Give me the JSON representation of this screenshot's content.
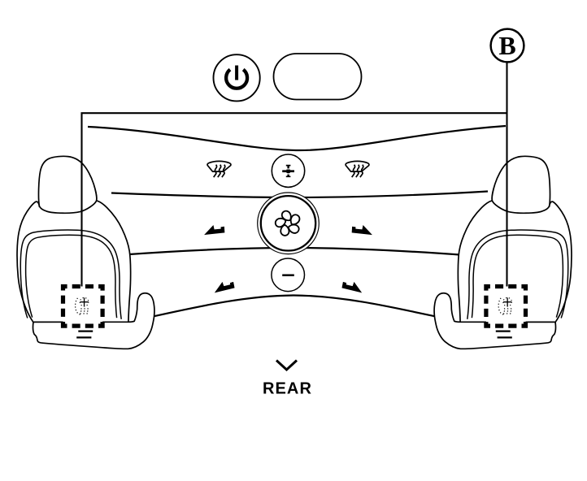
{
  "figure": {
    "title": "Rear air conditioner control panel and heated rear seat switches (line diagram)",
    "background_color": "#ffffff",
    "line_color": "#000000",
    "callout": {
      "label": "B"
    },
    "footer": {
      "direction_label": "REAR",
      "chevron_icon": "chevron-down"
    },
    "top_controls": {
      "power_button": {
        "icon": "power-icon"
      },
      "display": {
        "shape": "blank-pill-display"
      }
    },
    "panel": {
      "temp_up_button": {
        "symbol": "+"
      },
      "temp_down_button": {
        "symbol": "-"
      },
      "fan_button": {
        "icon": "fan-icon"
      },
      "heat_icons": [
        "heat-wave-icon-left",
        "heat-wave-icon-right"
      ],
      "airflow_arrows": [
        "upper-left",
        "upper-right",
        "lower-left",
        "lower-right"
      ]
    },
    "seats": {
      "left": {
        "heated_seat_switch": "dashed-outline-box",
        "switch_icon": "seat-heater-icon"
      },
      "right": {
        "heated_seat_switch": "dashed-outline-box",
        "switch_icon": "seat-heater-icon"
      }
    }
  }
}
